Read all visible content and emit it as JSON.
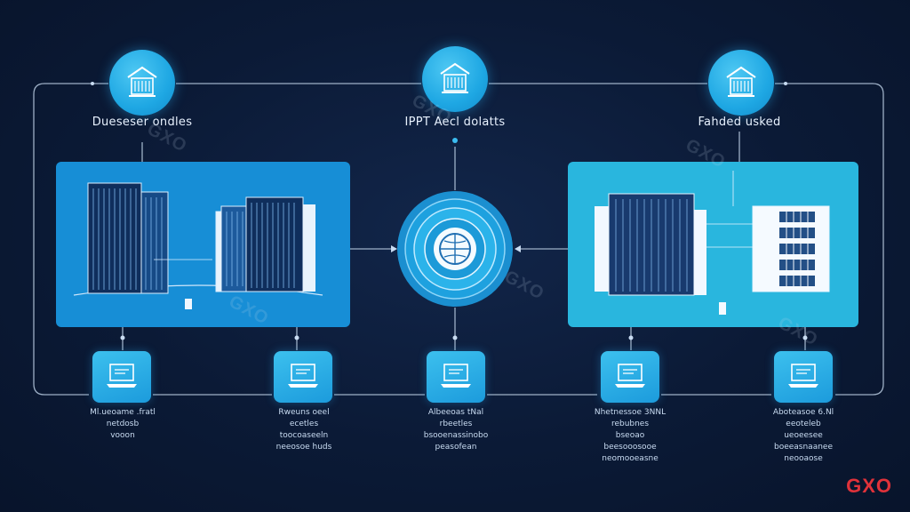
{
  "top_nodes": [
    {
      "label": "Dueseser ondles",
      "icon": "datacenter-icon"
    },
    {
      "label": "IPPT Aecl dolatts",
      "icon": "datacenter-icon"
    },
    {
      "label": "Fahded usked",
      "icon": "datacenter-icon"
    }
  ],
  "workstations": [
    {
      "lines": [
        "Ml.ueoame .fratl",
        "netdosb",
        "vooon"
      ]
    },
    {
      "lines": [
        "Rweuns oeel",
        "ecetles",
        "toocoaseeln",
        "neeosoe huds"
      ]
    },
    {
      "lines": [
        "Albeeoas tNal",
        "rbeetles",
        "bsooenassinobo",
        "peasofean"
      ]
    },
    {
      "lines": [
        "Nhetnessoe 3NNL",
        "rebubnes",
        "bseoao",
        "beesooosooe",
        "neomooeasne"
      ]
    },
    {
      "lines": [
        "Aboteasoe 6.Nl",
        "eeoteleb",
        "ueoeesee",
        "boeeasnaanee",
        "neooaose"
      ]
    }
  ],
  "watermark": "GXO",
  "brand": "GXO",
  "colors": {
    "background": "#0b1a36",
    "left_panel": "#178ed6",
    "right_panel": "#29b6de",
    "accent": "#1ea7e3",
    "brand": "#e0323a"
  }
}
